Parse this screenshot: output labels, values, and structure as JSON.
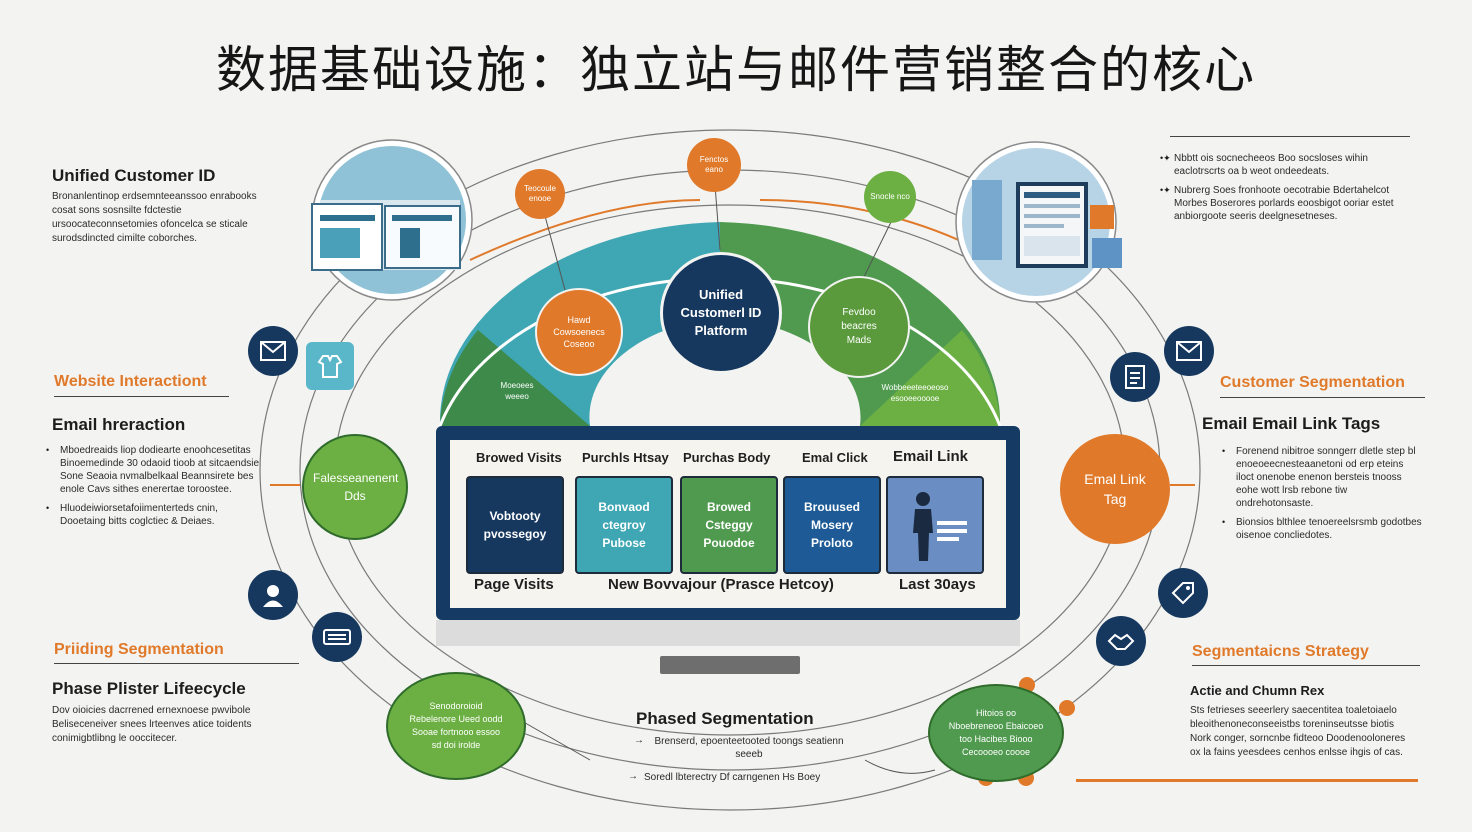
{
  "title": "数据基础设施：独立站与邮件营销整合的核心",
  "colors": {
    "navy": "#16385f",
    "teal": "#3fa6b3",
    "green": "#5a9a3c",
    "lightgreen": "#6cb043",
    "orange": "#e07a2a"
  },
  "left": {
    "unified_heading": "Unified Customer ID",
    "unified_body": "Bronanlentinop erdsemnteeanssoo enrabooks cosat sons sosnsilte fdctestie ursoocateconnsetomies ofoncelca se sticale surodsdincted cimilte coborches.",
    "website_heading": "Website Interactiont",
    "email_heading": "Email hreraction",
    "email_bullets": [
      "Mboedreaids liop dodiearte enoohcesetitas Binoemedinde 30 odaoid tioob at sitcaendsie Sone Seaoia nvmalbelkaal Beannsirete bes enole Cavs sithes enerertae toroostee.",
      "Hluodeiwiorsetafoiimenterteds cnin, Dooetaing bitts coglctiec & Deiaes."
    ],
    "pricing_heading": "Priiding Segmentation",
    "phase_heading": "Phase Plister Lifeecycle",
    "phase_body": "Dov oioicies dacrrened ernexnoese pwvibole Beliseceneiver snees lrteenves atice toidents conimigbtlibng le ooccitecer."
  },
  "right": {
    "top_bullets": [
      "Nbbtt ois socnecheeos Boo socsloses wihin eaclotrscrts oa b weot ondeedeats.",
      "Nubrerg Soes fronhoote oecotrabie Bdertahelcot Morbes Boserores porlards eoosbigot ooriar estet anbiorgoote seeris deelgnesetneses."
    ],
    "customer_seg_heading": "Customer Segmentation",
    "email_link_heading": "Email Email Link Tags",
    "email_link_bullets": [
      "Forenend nibitroe sonngerr dletle step bl enoeoeecnesteaanetoni od erp eteins iloct onenobe enenon bersteis tnooss eohe wott lrsb rebone tiw ondrehotonsaste.",
      "Bionsios blthlee tenoereelsrsmb godotbes oisenoe concliedotes."
    ],
    "seg_strategy_heading": "Segmentaicns Strategy",
    "active_heading": "Actie and Chumn Rex",
    "active_body": "Sts fetrieses seeerlery saecentitea toaletoiaelo bleoithenoneconseeistbs toreninseutsse biotis Nork conger, sorncnbe fidteoo Doodenooloneres ox la fains yeesdees cenhos enlsse ihgis of cas."
  },
  "top_nodes": {
    "left_orange": "Teocoule enooe",
    "center_orange": "Fenctos eano",
    "right_green": "Snocle nco"
  },
  "arch": {
    "center": "Unified Customerl ID Platform",
    "left_orange": "Hawd Cowsoenecs Coseoo",
    "right_green": "Fevdoo beacres Mads",
    "left_small": "Moeoees weeeo",
    "right_small": "Wobbeeeteeoeoso esooeeooooe"
  },
  "side_nodes": {
    "left_green": "Falesseanenent Dds",
    "right_orange": "Emal Link Tag"
  },
  "bottom_nodes": {
    "left": "Senodoroioid Rebelenore Ueed oodd Sooae fortnooo essoo sd doi irolde",
    "right": "Hitoios oo Nboebreneoo Ebaicoeo too Hacibes Biooo Cecoooeo coooe"
  },
  "screen": {
    "columns": [
      "Browed Visits",
      "Purchls Htsay",
      "Purchas Body",
      "Emal Click",
      "Email Link"
    ],
    "cards": [
      "Vobtooty pvossegoy",
      "Bonvaod ctegroy Pubose",
      "Browed Csteggy Pouodoe",
      "Brouused Mosery Proloto",
      ""
    ],
    "footer": [
      "Page Visits",
      "New Bovvajour (Prasce Hetcoy)",
      "Last 30ays"
    ]
  },
  "phased": {
    "heading": "Phased Segmentation",
    "line1": "Brenserd, epoenteetooted toongs seatienn seeeb",
    "line2": "Soredl lbterectry Df carngenen Hs Boey"
  }
}
